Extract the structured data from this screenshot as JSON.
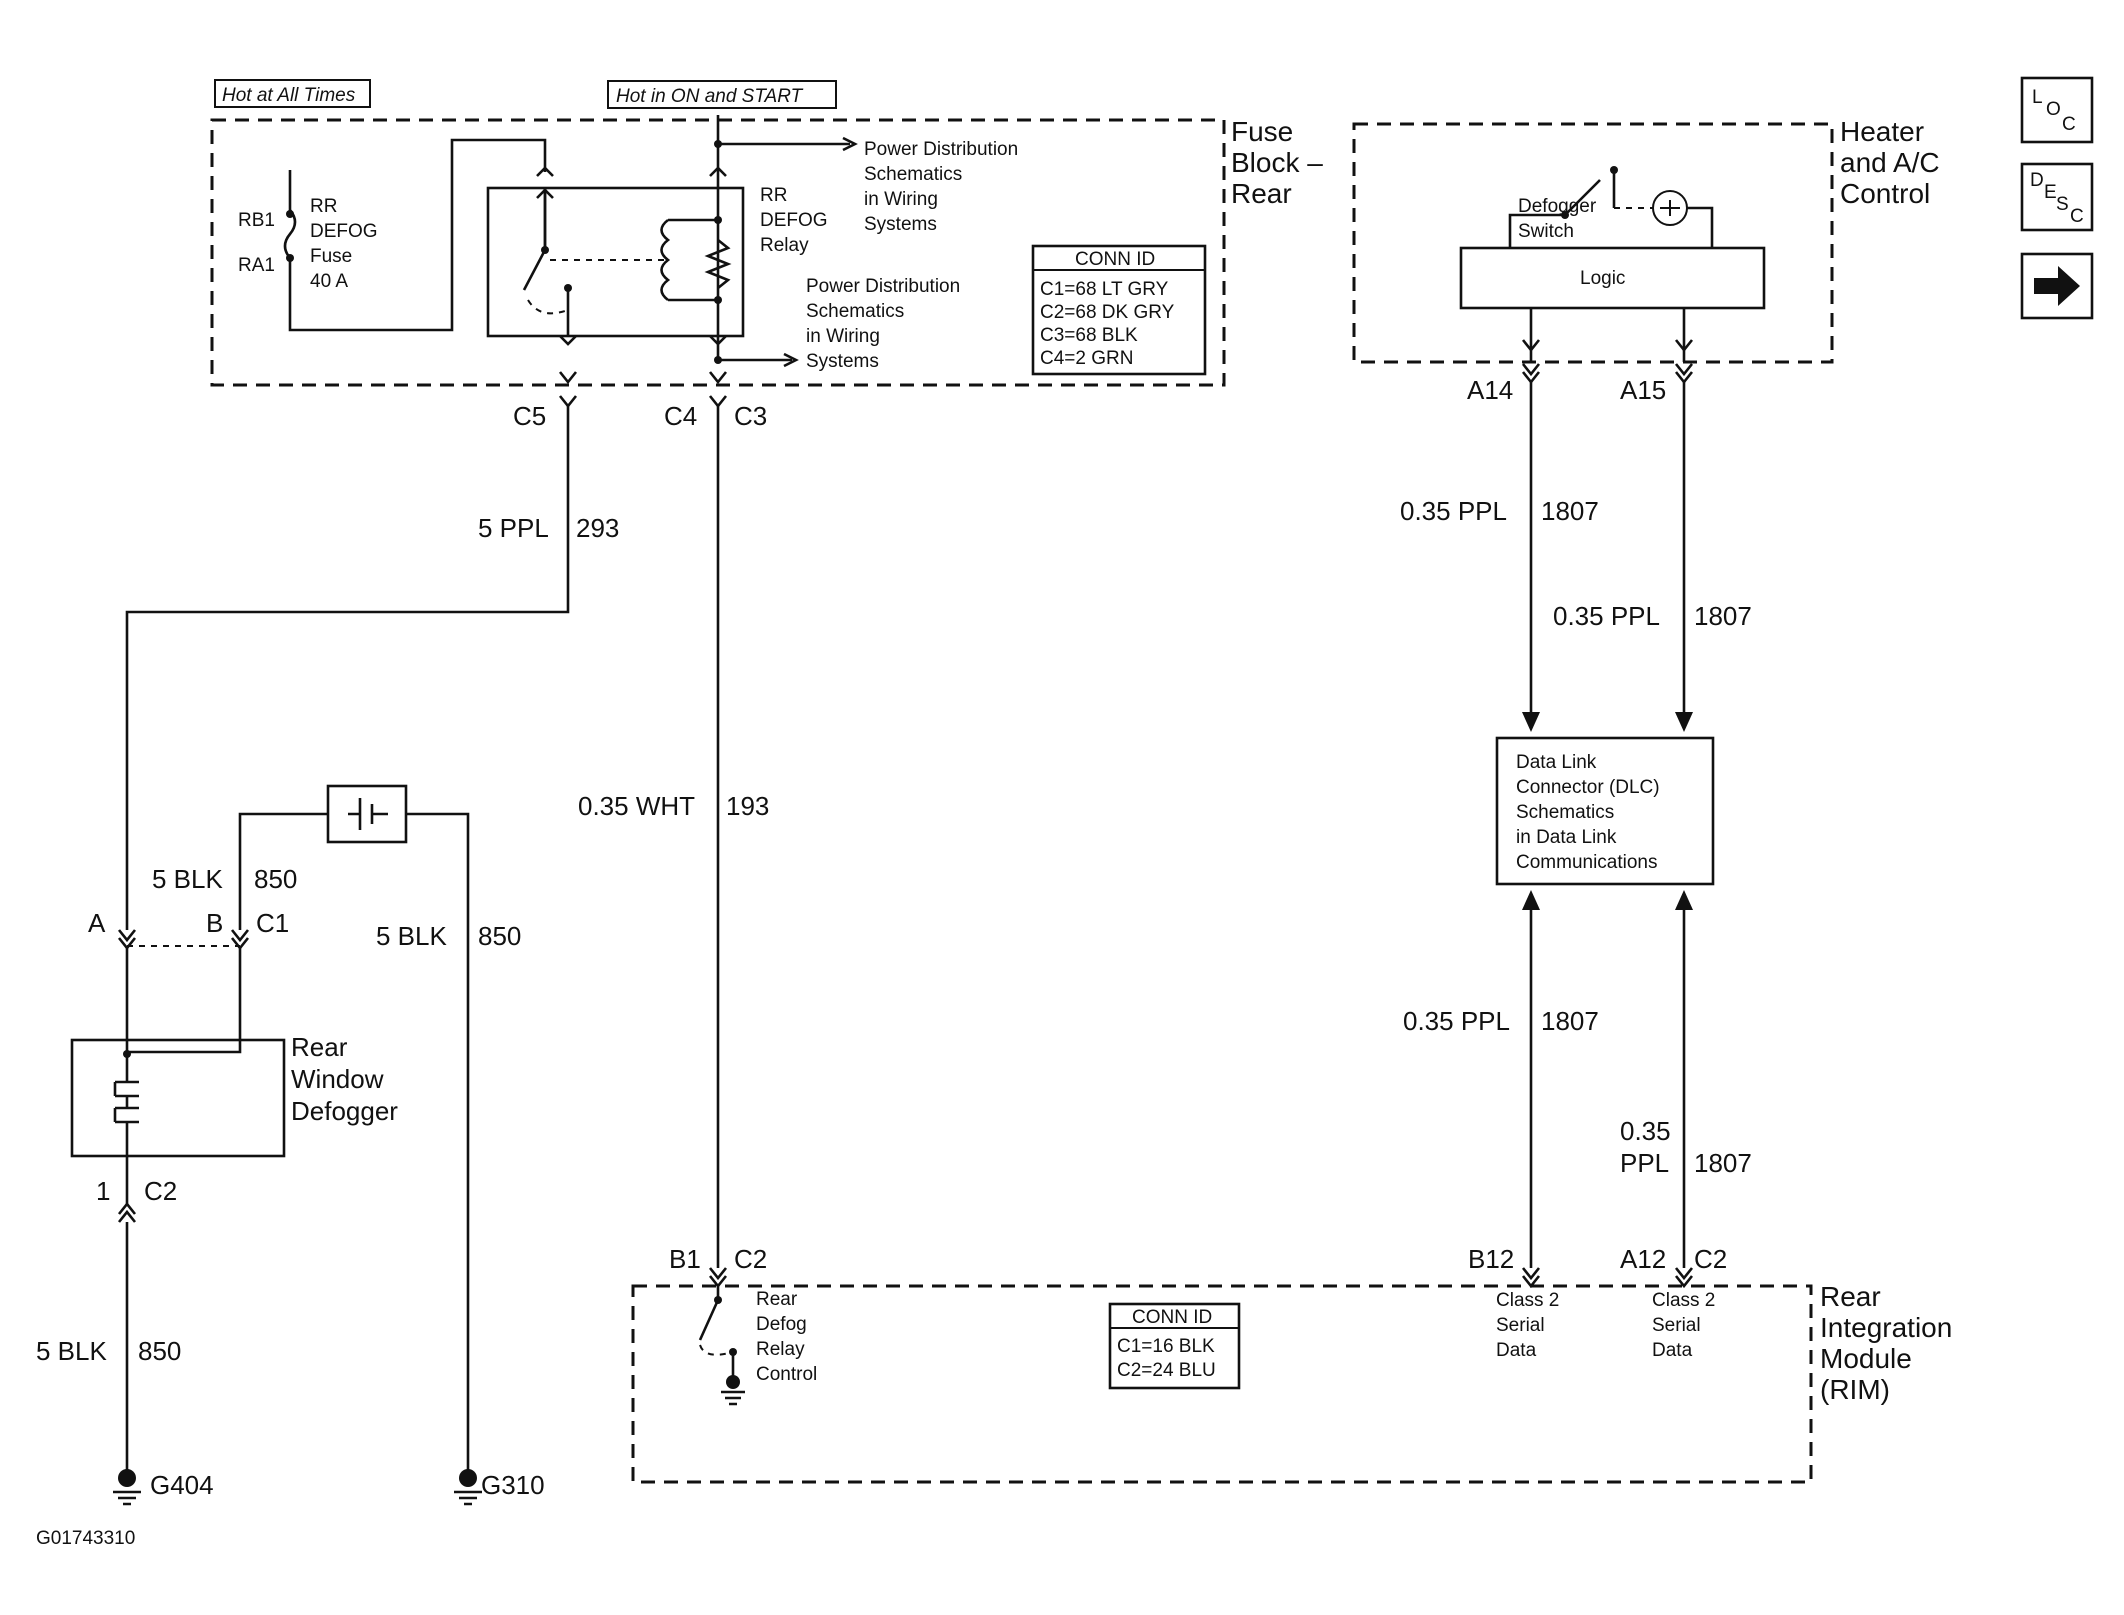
{
  "diagram": {
    "diagram_id": "G01743310",
    "fuse_block": {
      "header_always": "Hot at All Times",
      "header_on_start": "Hot in ON and START",
      "title": [
        "Fuse",
        "Block –",
        "Rear"
      ],
      "fuse_pin_top": "RB1",
      "fuse_pin_bottom": "RA1",
      "fuse_label": [
        "RR",
        "DEFOG",
        "Fuse",
        "40 A"
      ],
      "relay_label": [
        "RR",
        "DEFOG",
        "Relay"
      ],
      "power_ref_top": [
        "Power Distribution",
        "Schematics",
        "in Wiring",
        "Systems"
      ],
      "power_ref_bottom": [
        "Power Distribution",
        "Schematics",
        "in Wiring",
        "Systems"
      ],
      "conn_id_title": "CONN ID",
      "conn_ids": [
        "C1=68 LT GRY",
        "C2=68 DK GRY",
        "C3=68 BLK",
        "C4=2 GRN"
      ],
      "connector_c5": "C5",
      "connector_c4": "C4",
      "connector_c3": "C3"
    },
    "hvac": {
      "title": [
        "Heater",
        "and A/C",
        "Control"
      ],
      "switch_label": [
        "Defogger",
        "Switch"
      ],
      "logic_label": "Logic",
      "pin_left": "A14",
      "pin_right": "A15"
    },
    "dlc": {
      "label": [
        "Data Link",
        "Connector (DLC)",
        "Schematics",
        "in Data Link",
        "Communications"
      ]
    },
    "rim": {
      "title": [
        "Rear",
        "Integration",
        "Module",
        "(RIM)"
      ],
      "pin_b1": "B1",
      "pin_c2_left": "C2",
      "pin_b12": "B12",
      "pin_a12": "A12",
      "pin_c2_right": "C2",
      "relay_control": [
        "Rear",
        "Defog",
        "Relay",
        "Control"
      ],
      "class2_left": [
        "Class 2",
        "Serial",
        "Data"
      ],
      "class2_right": [
        "Class 2",
        "Serial",
        "Data"
      ],
      "conn_id_title": "CONN ID",
      "conn_ids": [
        "C1=16 BLK",
        "C2=24 BLU"
      ]
    },
    "defogger": {
      "title": [
        "Rear",
        "Window",
        "Defogger"
      ],
      "pin_a": "A",
      "pin_b": "B",
      "conn_c1": "C1",
      "pin_1": "1",
      "conn_c2": "C2"
    },
    "wires": {
      "w293_color": "5 PPL",
      "w293_circuit": "293",
      "w193_color": "0.35 WHT",
      "w193_circuit": "193",
      "w850a_color": "5 BLK",
      "w850a_circuit": "850",
      "w850b_color": "5 BLK",
      "w850b_circuit": "850",
      "w850c_color": "5 BLK",
      "w850c_circuit": "850",
      "w1807_a_color": "0.35 PPL",
      "w1807_a_circuit": "1807",
      "w1807_b_color": "0.35 PPL",
      "w1807_b_circuit": "1807",
      "w1807_c_color": "0.35 PPL",
      "w1807_c_circuit": "1807",
      "w1807_d_color": [
        "0.35",
        "PPL"
      ],
      "w1807_d_circuit": "1807"
    },
    "grounds": {
      "g404": "G404",
      "g310": "G310"
    },
    "nav": {
      "loc": [
        "L",
        "O",
        "C"
      ],
      "desc": [
        "D",
        "E",
        "S",
        "C"
      ]
    }
  }
}
